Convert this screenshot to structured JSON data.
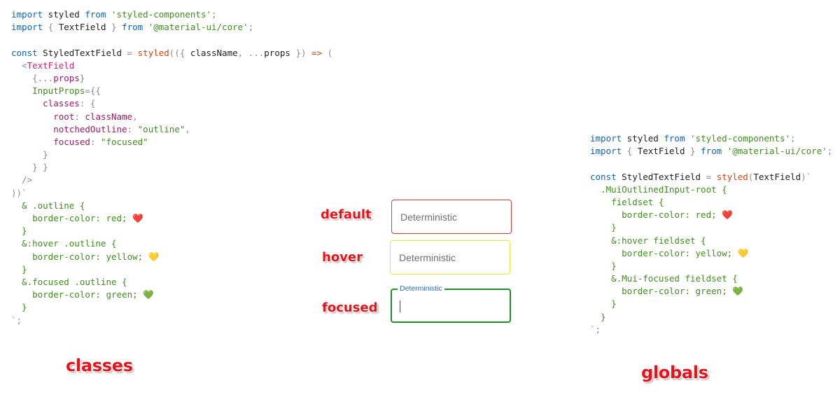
{
  "code_left": [
    [
      [
        "import",
        "kw"
      ],
      [
        " styled ",
        "id"
      ],
      [
        "from",
        "kw"
      ],
      [
        " ",
        "id"
      ],
      [
        "'styled-components'",
        "str"
      ],
      [
        ";",
        "punc"
      ]
    ],
    [
      [
        "import",
        "kw"
      ],
      [
        " { ",
        "punc"
      ],
      [
        "TextField",
        "id"
      ],
      [
        " } ",
        "punc"
      ],
      [
        "from",
        "kw"
      ],
      [
        " ",
        "id"
      ],
      [
        "'@material-ui/core'",
        "str"
      ],
      [
        ";",
        "punc"
      ]
    ],
    [],
    [
      [
        "const",
        "kw"
      ],
      [
        " StyledTextField ",
        "id"
      ],
      [
        "=",
        "punc"
      ],
      [
        " ",
        "id"
      ],
      [
        "styled",
        "func"
      ],
      [
        "(({ ",
        "punc"
      ],
      [
        "className",
        "id"
      ],
      [
        ", ...",
        "punc"
      ],
      [
        "props",
        "id"
      ],
      [
        " }) ",
        "punc"
      ],
      [
        "=>",
        "func"
      ],
      [
        " (",
        "punc"
      ]
    ],
    [
      [
        "  <",
        "punc"
      ],
      [
        "TextField",
        "tag"
      ]
    ],
    [
      [
        "    {...",
        "punc"
      ],
      [
        "props",
        "prop"
      ],
      [
        "}",
        "punc"
      ]
    ],
    [
      [
        "    InputProps",
        "attr"
      ],
      [
        "={{",
        "punc"
      ]
    ],
    [
      [
        "      ",
        "id"
      ],
      [
        "classes",
        "prop"
      ],
      [
        ": {",
        "punc"
      ]
    ],
    [
      [
        "        ",
        "id"
      ],
      [
        "root",
        "prop"
      ],
      [
        ": ",
        "punc"
      ],
      [
        "className",
        "prop"
      ],
      [
        ",",
        "punc"
      ]
    ],
    [
      [
        "        ",
        "id"
      ],
      [
        "notchedOutline",
        "prop"
      ],
      [
        ": ",
        "punc"
      ],
      [
        "\"outline\"",
        "str"
      ],
      [
        ",",
        "punc"
      ]
    ],
    [
      [
        "        ",
        "id"
      ],
      [
        "focused",
        "prop"
      ],
      [
        ": ",
        "punc"
      ],
      [
        "\"focused\"",
        "str"
      ]
    ],
    [
      [
        "      }",
        "punc"
      ]
    ],
    [
      [
        "    } }",
        "punc"
      ]
    ],
    [
      [
        "  />",
        "punc"
      ]
    ],
    [
      [
        "))`",
        "punc"
      ]
    ],
    [
      [
        "  & .outline {",
        "css"
      ]
    ],
    [
      [
        "    border-color: red; ",
        "css"
      ],
      [
        "❤️",
        "emoji"
      ]
    ],
    [
      [
        "  }",
        "css"
      ]
    ],
    [
      [
        "  &:hover .outline {",
        "css"
      ]
    ],
    [
      [
        "    border-color: yellow; ",
        "css"
      ],
      [
        "💛",
        "emoji"
      ]
    ],
    [
      [
        "  }",
        "css"
      ]
    ],
    [
      [
        "  &.focused .outline {",
        "css"
      ]
    ],
    [
      [
        "    border-color: green; ",
        "css"
      ],
      [
        "💚",
        "emoji"
      ]
    ],
    [
      [
        "  }",
        "css"
      ]
    ],
    [
      [
        "`;",
        "punc"
      ]
    ]
  ],
  "code_right": [
    [
      [
        "import",
        "kw"
      ],
      [
        " styled ",
        "id"
      ],
      [
        "from",
        "kw"
      ],
      [
        " ",
        "id"
      ],
      [
        "'styled-components'",
        "str"
      ],
      [
        ";",
        "punc"
      ]
    ],
    [
      [
        "import",
        "kw"
      ],
      [
        " { ",
        "punc"
      ],
      [
        "TextField",
        "id"
      ],
      [
        " } ",
        "punc"
      ],
      [
        "from",
        "kw"
      ],
      [
        " ",
        "id"
      ],
      [
        "'@material-ui/core'",
        "str"
      ],
      [
        ";",
        "punc"
      ]
    ],
    [],
    [
      [
        "const",
        "kw"
      ],
      [
        " StyledTextField ",
        "id"
      ],
      [
        "=",
        "punc"
      ],
      [
        " ",
        "id"
      ],
      [
        "styled",
        "func"
      ],
      [
        "(",
        "punc"
      ],
      [
        "TextField",
        "id"
      ],
      [
        ")`",
        "punc"
      ]
    ],
    [
      [
        "  .MuiOutlinedInput-root {",
        "css"
      ]
    ],
    [
      [
        "    fieldset {",
        "css"
      ]
    ],
    [
      [
        "      border-color: red; ",
        "css"
      ],
      [
        "❤️",
        "emoji"
      ]
    ],
    [
      [
        "    }",
        "css"
      ]
    ],
    [
      [
        "    &:hover fieldset {",
        "css"
      ]
    ],
    [
      [
        "      border-color: yellow; ",
        "css"
      ],
      [
        "💛",
        "emoji"
      ]
    ],
    [
      [
        "    }",
        "css"
      ]
    ],
    [
      [
        "    &.Mui-focused fieldset {",
        "css"
      ]
    ],
    [
      [
        "      border-color: green; ",
        "css"
      ],
      [
        "💚",
        "emoji"
      ]
    ],
    [
      [
        "    }",
        "css"
      ]
    ],
    [
      [
        "  }",
        "css"
      ]
    ],
    [
      [
        "`;",
        "punc"
      ]
    ]
  ],
  "labels": {
    "classes": "classes",
    "globals": "globals",
    "default": "default",
    "hover": "hover",
    "focused": "focused"
  },
  "fields": {
    "default_placeholder": "Deterministic",
    "hover_placeholder": "Deterministic",
    "focused_label": "Deterministic"
  },
  "colors": {
    "label_red": "#e8131a",
    "border_default": "#e23a3a",
    "border_hover": "#f3e62a",
    "border_focused": "#1f8e2b",
    "focused_label": "#2c6bc4"
  }
}
